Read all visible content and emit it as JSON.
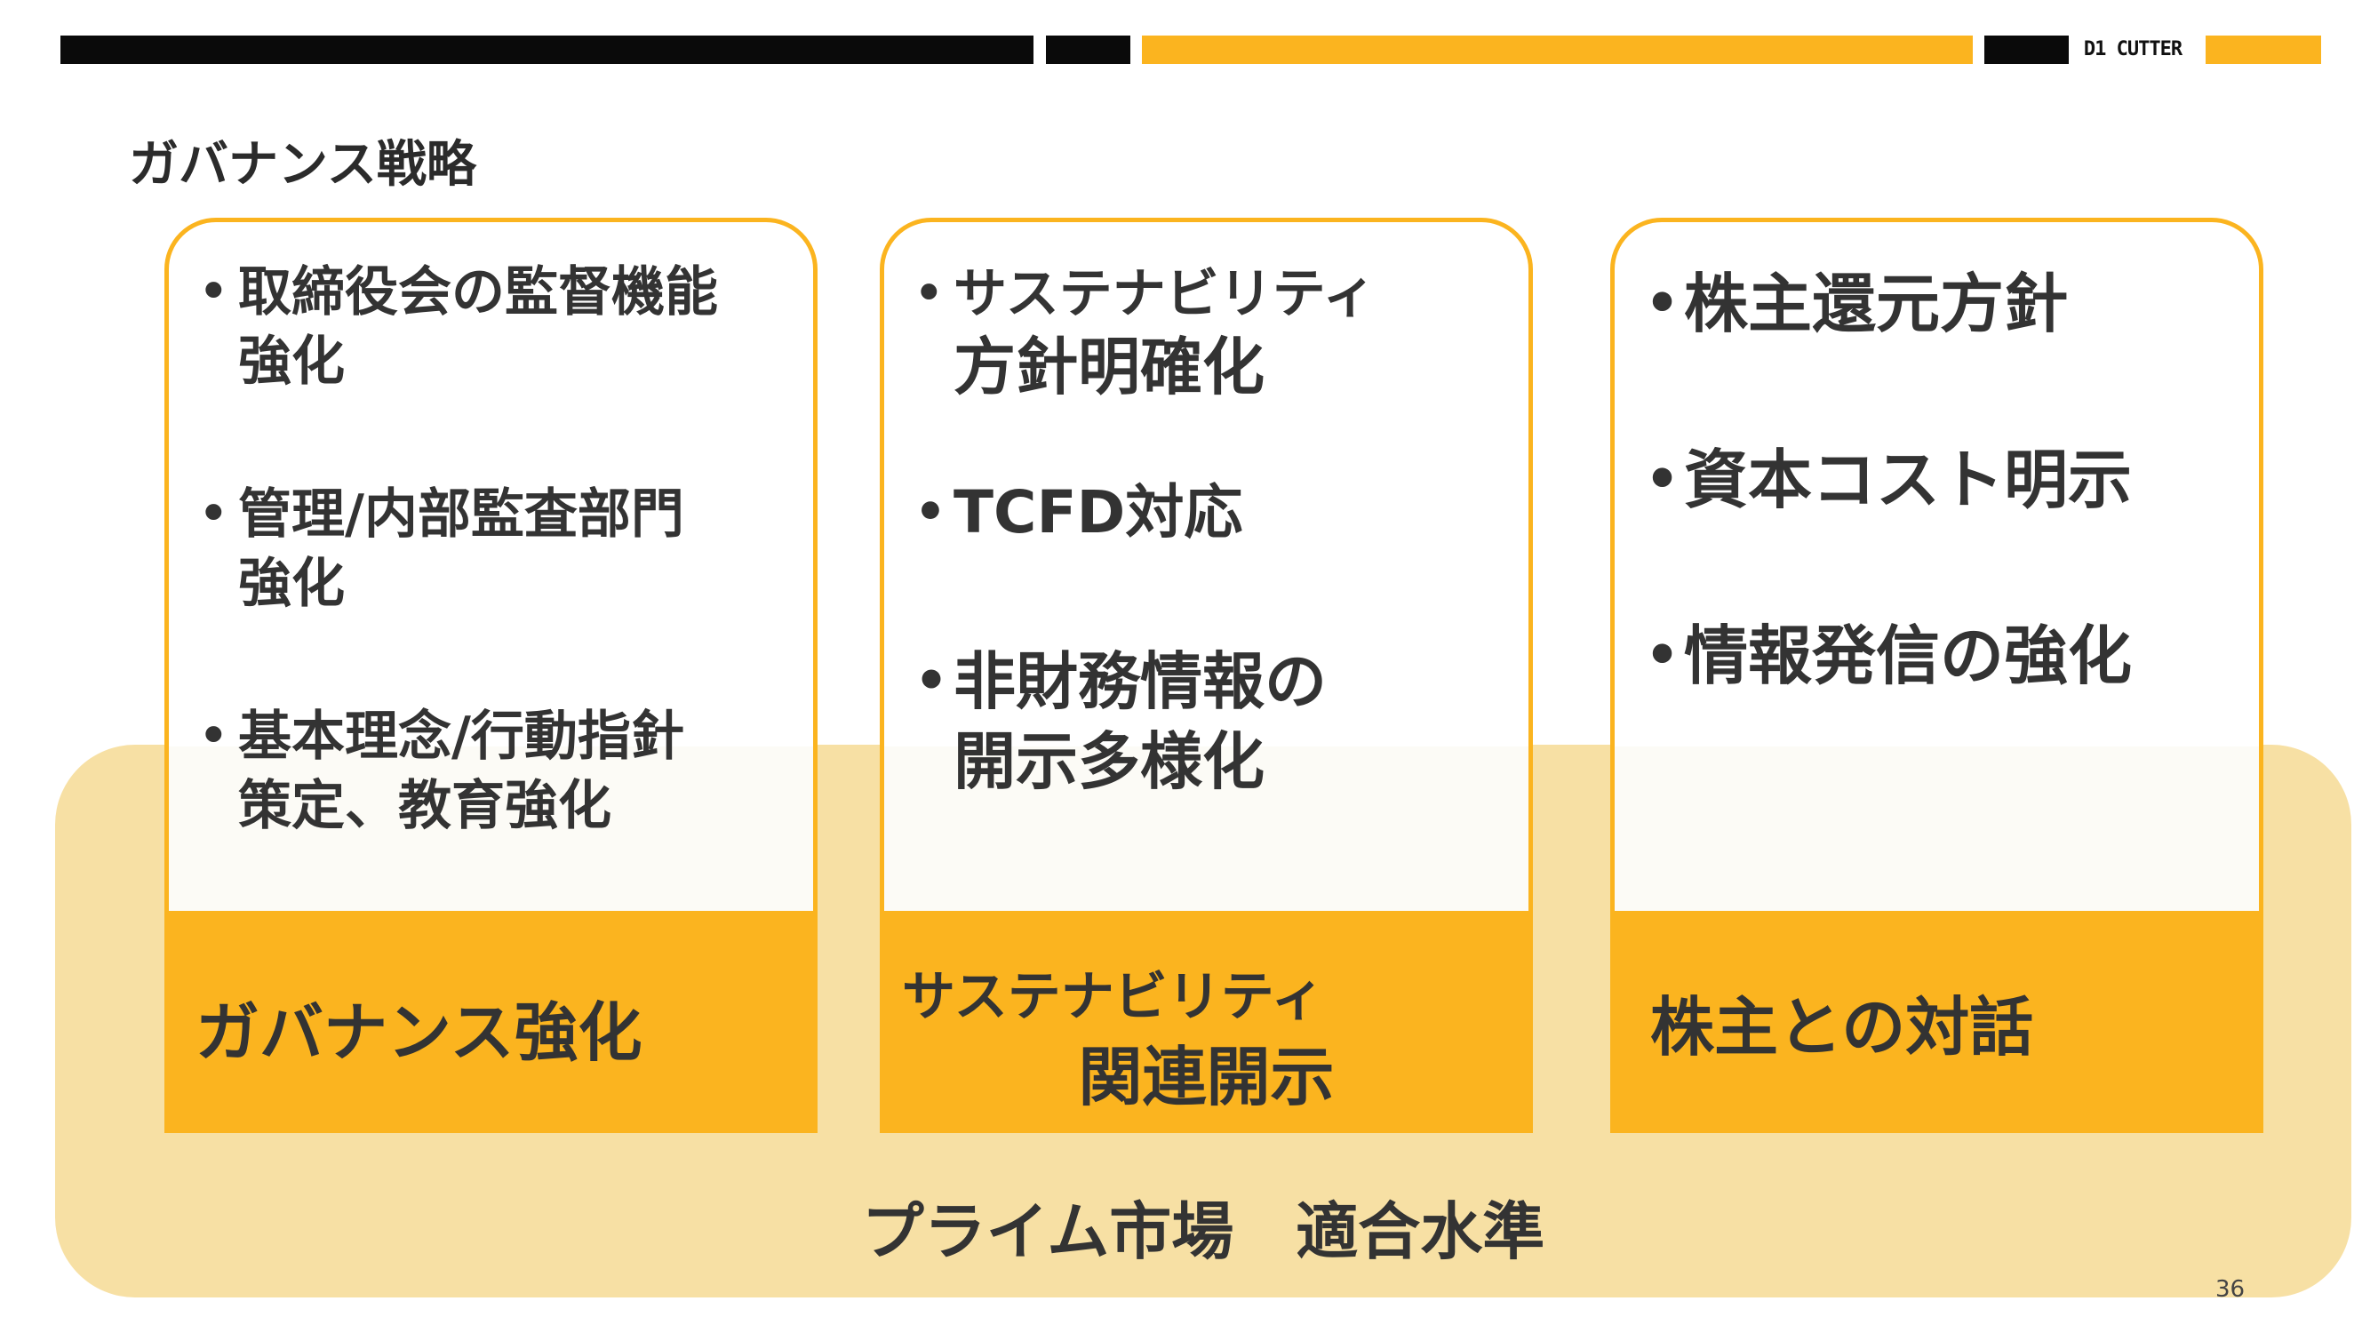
{
  "header": {
    "brand": "D1 CUTTER"
  },
  "slide": {
    "title": "ガバナンス戦略",
    "page_number": "36",
    "base_label": "プライム市場　適合水準"
  },
  "cards": [
    {
      "items": [
        [
          "取締役会の監督機能",
          "強化"
        ],
        [
          "管理/内部監査部門",
          "強化"
        ],
        [
          "基本理念/行動指針",
          "策定、教育強化"
        ]
      ],
      "footer": [
        "ガバナンス強化"
      ]
    },
    {
      "items": [
        [
          "サステナビリティ",
          "方針明確化"
        ],
        [
          "TCFD対応"
        ],
        [
          "非財務情報の",
          "開示多様化"
        ]
      ],
      "footer": [
        "サステナビリティ",
        "関連開示"
      ]
    },
    {
      "items": [
        [
          "株主還元方針"
        ],
        [
          "資本コスト明示"
        ],
        [
          "情報発信の強化"
        ]
      ],
      "footer": [
        "株主との対話"
      ]
    }
  ],
  "colors": {
    "accent": "#fbb41f",
    "base_fill": "#f7e0a4",
    "bar_dark": "#0a0a0a"
  },
  "icons": {
    "bullet": "bullet-dot-icon"
  }
}
